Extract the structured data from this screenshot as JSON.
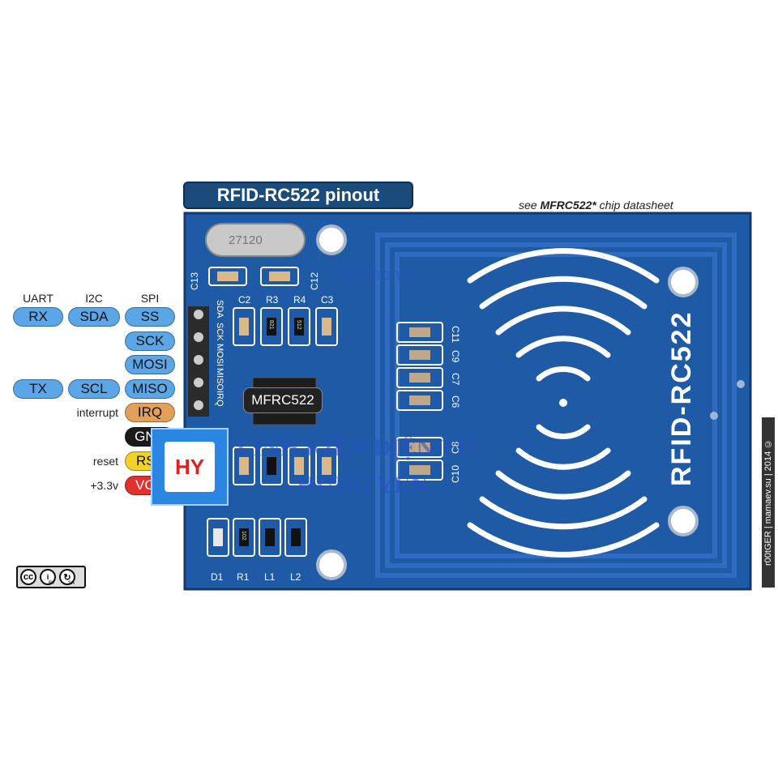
{
  "title": "RFID-RC522 pinout",
  "note": {
    "prefix": "see ",
    "chip": "MFRC522*",
    "suffix": " chip datasheet"
  },
  "headers": {
    "uart": "UART",
    "i2c": "I2C",
    "spi": "SPI"
  },
  "pins": {
    "rx": "RX",
    "sda": "SDA",
    "ss": "SS",
    "sck": "SCK",
    "mosi": "MOSI",
    "tx": "TX",
    "scl": "SCL",
    "miso": "MISO",
    "irq": "IRQ",
    "gnd": "GND",
    "rst": "RST",
    "vcc": "VCC"
  },
  "side_labels": {
    "interrupt": "interrupt",
    "reset": "reset",
    "power": "+3.3v"
  },
  "chip_label": "MFRC522",
  "board_text": "RFID-RC522",
  "crystal_text": "27120",
  "header_silk": [
    "SDA",
    "SCK",
    "MOSI",
    "MISO",
    "IRQ"
  ],
  "components_top": [
    "C13",
    "C12",
    "C2",
    "R3",
    "R4",
    "C3"
  ],
  "components_right": [
    "C11",
    "C9",
    "C7",
    "C6",
    "C10",
    "C8"
  ],
  "components_bottom": [
    "D1",
    "R1",
    "L1",
    "L2"
  ],
  "resistor_codes": [
    "821",
    "512",
    "102"
  ],
  "credit": "r00tGER | mamaev.su | 2014 ©",
  "license": {
    "by": "BY",
    "sa": "SA"
  },
  "watermarks": {
    "shop": "Hshop.vn",
    "line1": "LINH KIỆN ĐIỆN TỬ",
    "line2": "HƯNG YÊN",
    "logo": "HY"
  },
  "colors": {
    "board": "#1f5aa6",
    "trace": "#3a75c4",
    "header_box": "#1a4b7a",
    "pin_blue": "#5aa6e6",
    "pin_orange": "#e3a05a",
    "pin_yellow": "#f2d22a",
    "pin_red": "#e03030"
  }
}
